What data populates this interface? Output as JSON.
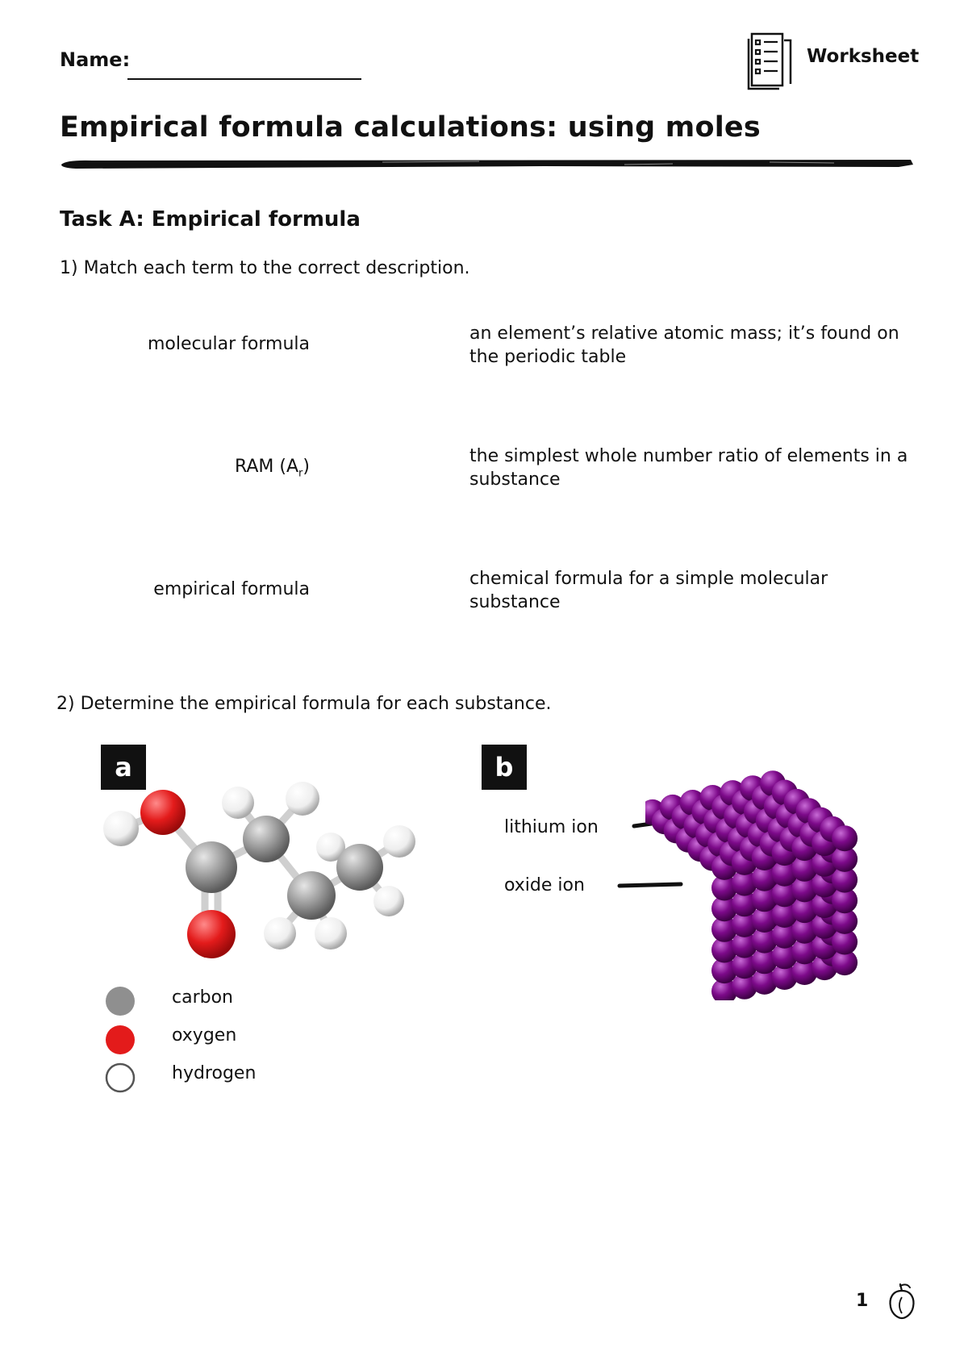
{
  "header": {
    "name_label": "Name:",
    "worksheet_label": "Worksheet",
    "icon": "worksheet-checklist-icon"
  },
  "title": "Empirical formula calculations: using moles",
  "task_a": {
    "heading": "Task A: Empirical formula",
    "q1": {
      "prompt": "1) Match each term to the correct description.",
      "terms": [
        "molecular formula",
        "RAM (A",
        "empirical formula"
      ],
      "ram_subscript": "r",
      "ram_close": ")",
      "descriptions": [
        "an element’s relative atomic mass; it’s found on the periodic table",
        "the simplest whole number ratio of elements in a substance",
        "chemical formula for a simple molecular substance"
      ]
    },
    "q2": {
      "prompt": "2) Determine the empirical formula for each substance.",
      "panel_a": {
        "label": "a",
        "legend": [
          {
            "name": "carbon",
            "color": "#8f8f8f"
          },
          {
            "name": "oxygen",
            "color": "#e31b1b"
          },
          {
            "name": "hydrogen",
            "color": "#ffffff"
          }
        ]
      },
      "panel_b": {
        "label": "b",
        "ion_labels": [
          "lithium ion",
          "oxide ion"
        ],
        "colors": {
          "lithium": "#b86ee6",
          "oxide": "#7d0a8a"
        }
      }
    }
  },
  "footer": {
    "page_number": "1",
    "icon": "acorn-icon"
  }
}
